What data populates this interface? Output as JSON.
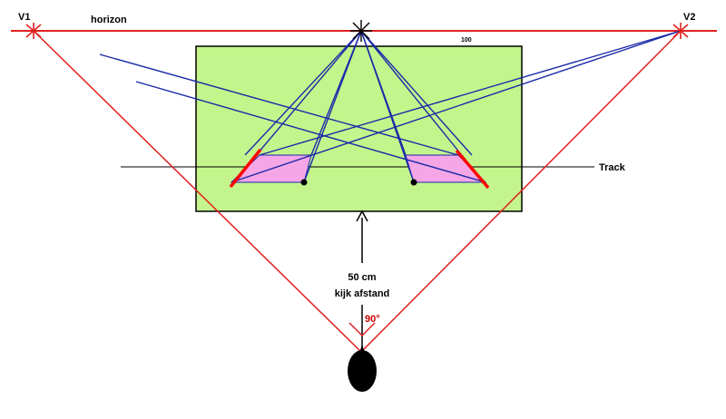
{
  "labels": {
    "v1": "V1",
    "v2": "V2",
    "horizon": "horizon",
    "scale_mark": "100",
    "track": "Track",
    "distance": "50 cm",
    "distance_caption": "kijk afstand",
    "angle": "90°"
  },
  "colors": {
    "horizon_line": "#e02020",
    "construction_red": "#e02020",
    "sight_lines": "#1a2aa8",
    "board_fill": "#c4f58c",
    "board_stroke": "#000000",
    "trapezoid_fill": "#f4a6e6",
    "edge_highlight": "#ff0000",
    "track_line": "#000000",
    "head": "#000000",
    "angle_text": "#cc0000"
  },
  "icons": {
    "vanishing_point_left": "star-cross-icon",
    "vanishing_point_center": "star-cross-icon",
    "vanishing_point_right": "star-cross-icon",
    "viewer": "head-icon",
    "distance_arrow": "arrow-up-icon"
  }
}
